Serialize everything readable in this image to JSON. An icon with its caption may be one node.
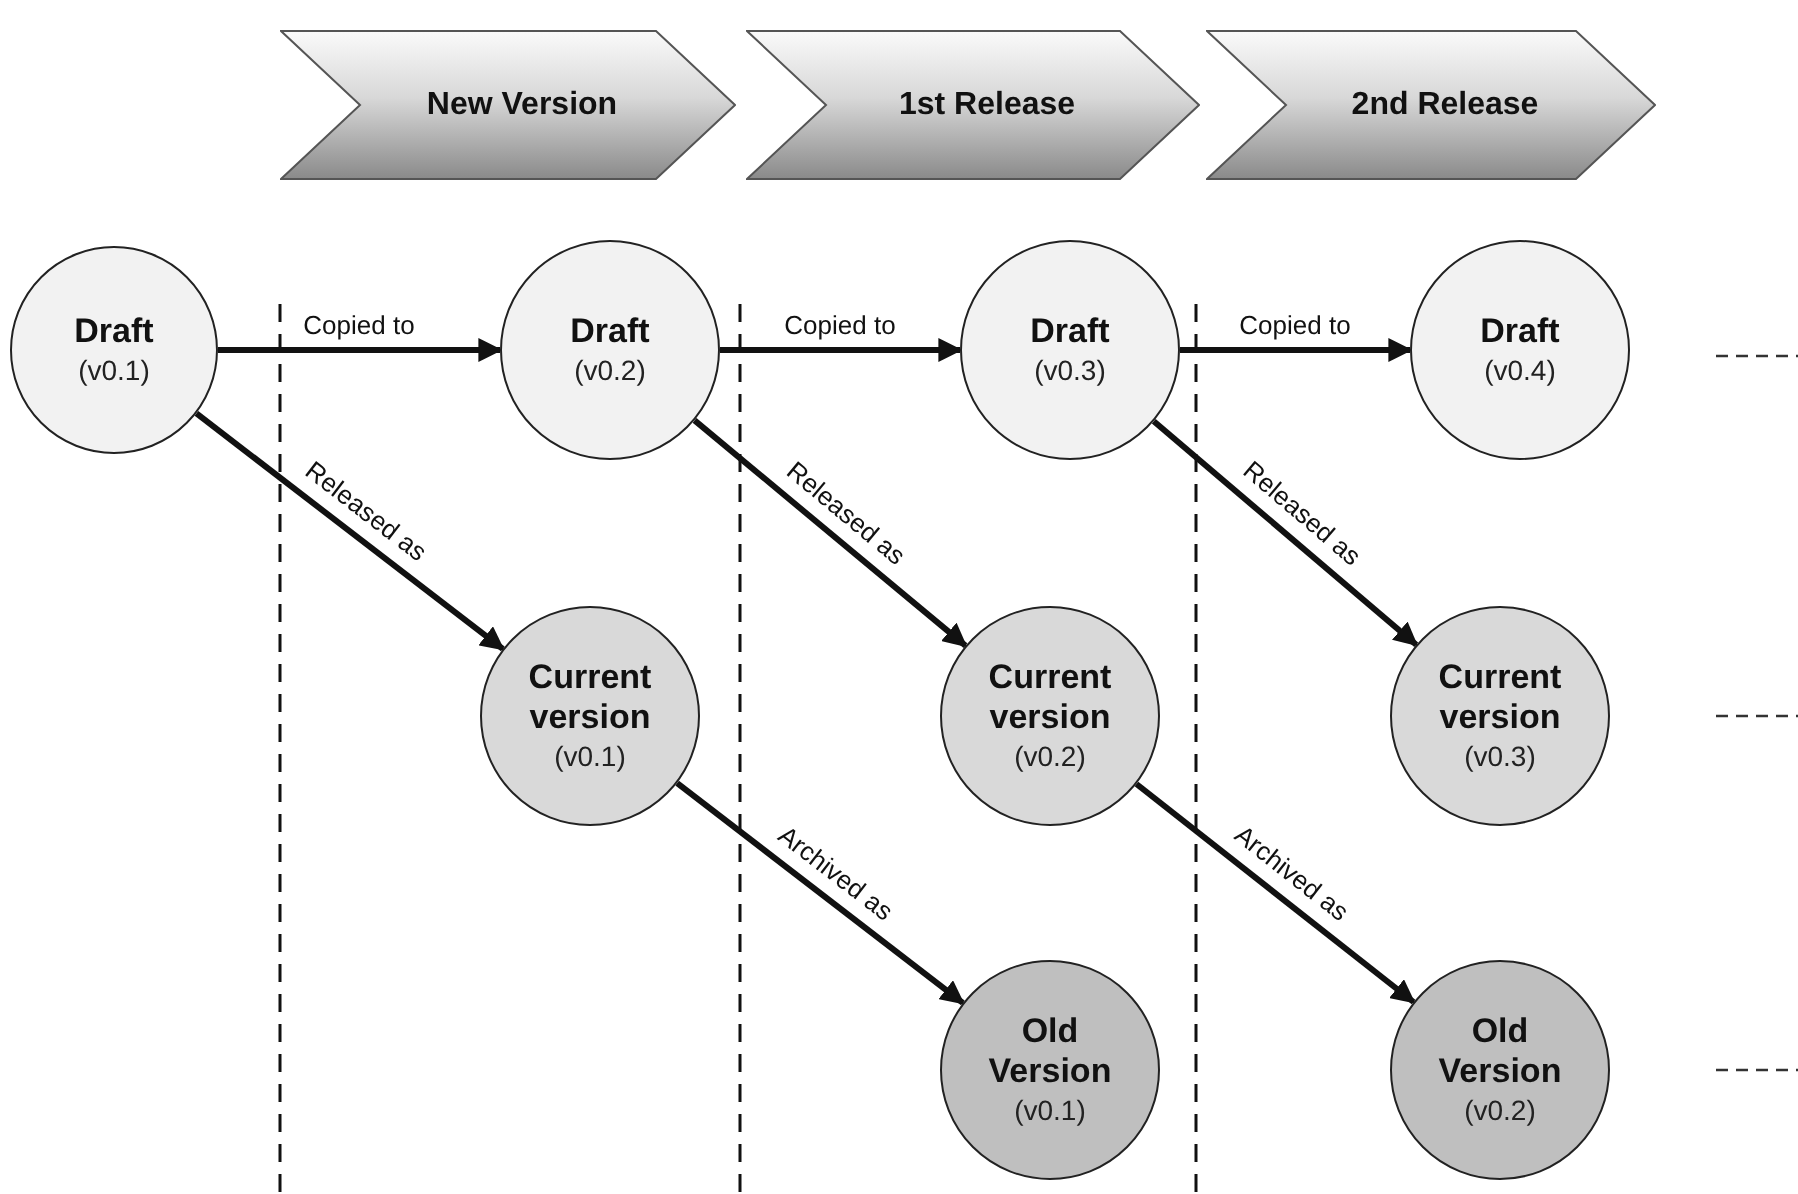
{
  "diagram": {
    "nodes": [
      {
        "text": [
          "New Version"
        ]
      },
      {
        "text": [
          "1st Release"
        ]
      },
      {
        "text": [
          "2nd Release"
        ]
      },
      {
        "text": [
          "Draft",
          "(v0.1)"
        ]
      },
      {
        "text": [
          "Draft",
          "(v0.2)"
        ]
      },
      {
        "text": [
          "Draft",
          "(v0.3)"
        ]
      },
      {
        "text": [
          "Draft",
          "(v0.4)"
        ]
      },
      {
        "text": [
          "Current version",
          "(v0.1)"
        ]
      },
      {
        "text": [
          "Current version",
          "(v0.2)"
        ]
      },
      {
        "text": [
          "Current version",
          "(v0.3)"
        ]
      },
      {
        "text": [
          "Old Version",
          "(v0.1)"
        ]
      },
      {
        "text": [
          "Old Version",
          "(v0.2)"
        ]
      }
    ],
    "edges": [
      {
        "from": 3,
        "to": 4,
        "arrow": "to",
        "label": "Copied to"
      },
      {
        "from": 4,
        "to": 5,
        "arrow": "to",
        "label": "Copied to"
      },
      {
        "from": 5,
        "to": 6,
        "arrow": "to",
        "label": "Copied to"
      },
      {
        "from": 3,
        "to": 7,
        "arrow": "to",
        "label": "Released as"
      },
      {
        "from": 4,
        "to": 8,
        "arrow": "to",
        "label": "Released as"
      },
      {
        "from": 5,
        "to": 9,
        "arrow": "to",
        "label": "Released as"
      },
      {
        "from": 7,
        "to": 10,
        "arrow": "to",
        "label": "Archived as"
      },
      {
        "from": 8,
        "to": 11,
        "arrow": "to",
        "label": "Archived as"
      }
    ]
  }
}
